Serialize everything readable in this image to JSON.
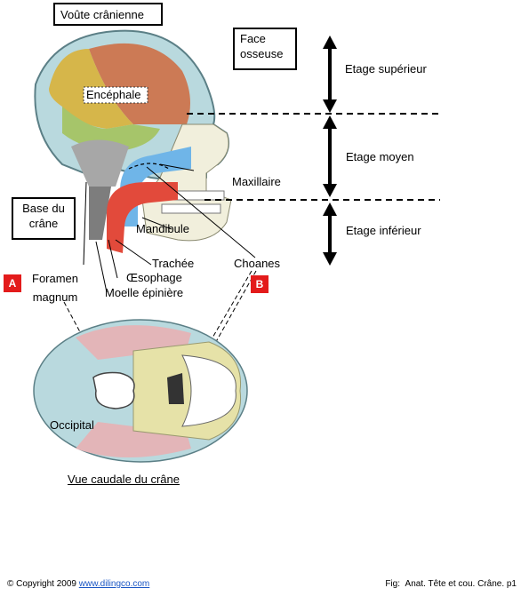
{
  "labels": {
    "vault": "Voûte crânienne",
    "face": "Face\nosseuse",
    "brain": "Encéphale",
    "skull_base": "Base du\ncrâne",
    "maxilla": "Maxillaire",
    "mandible": "Mandibule",
    "foramen": "Foramen\nmagnum",
    "trachea": "Trachée",
    "esophagus": "Œsophage",
    "spinal_cord": "Moelle épinière",
    "choanae": "Choanes",
    "occipital": "Occipital",
    "caudal_view": "Vue caudale du crâne"
  },
  "levels": {
    "upper": "Etage supérieur",
    "middle": "Etage moyen",
    "lower": "Etage inférieur"
  },
  "tags": {
    "a": "A",
    "b": "B"
  },
  "footer": {
    "copyright_symbol": "©",
    "copyright_text": "Copyright 2009",
    "link": "www.dilingco.com",
    "fig_prefix": "Fig:",
    "fig": "Anat. Tête et cou. Crâne. p1"
  },
  "colors": {
    "accent_red": "#e31b1b",
    "brain_red": "#cc7a55",
    "brain_yellow": "#d6b64a",
    "brain_green": "#a6c56a",
    "skull_blue": "#b9d9de",
    "bone_pink": "#e3b5b8",
    "bone_yellow": "#e6e2a8"
  }
}
